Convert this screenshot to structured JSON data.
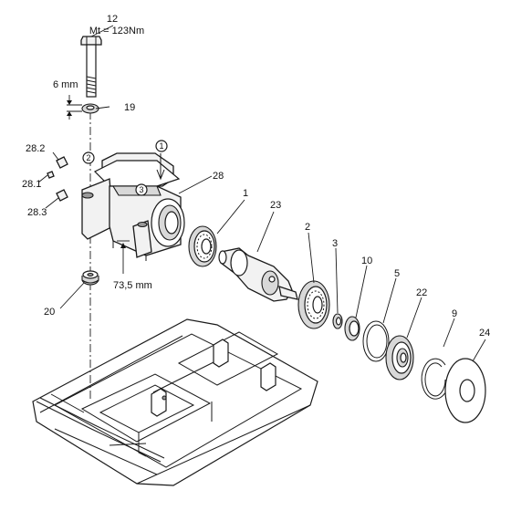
{
  "labels": {
    "bolt_number": "12",
    "torque": "Mt = 123Nm",
    "washer_gap": "6 mm",
    "washer": "19",
    "screw_2": "28.2",
    "screw_1": "28.1",
    "screw_3": "28.3",
    "housing": "28",
    "height": "73,5 mm",
    "nut": "20",
    "bearing_left": "1",
    "shaft": "23",
    "bearing_right": "2",
    "spacer": "3",
    "seal": "10",
    "oring": "5",
    "cover": "22",
    "circlip": "9",
    "disc": "24",
    "marker_1": "1",
    "marker_2": "2",
    "marker_3": "3"
  }
}
